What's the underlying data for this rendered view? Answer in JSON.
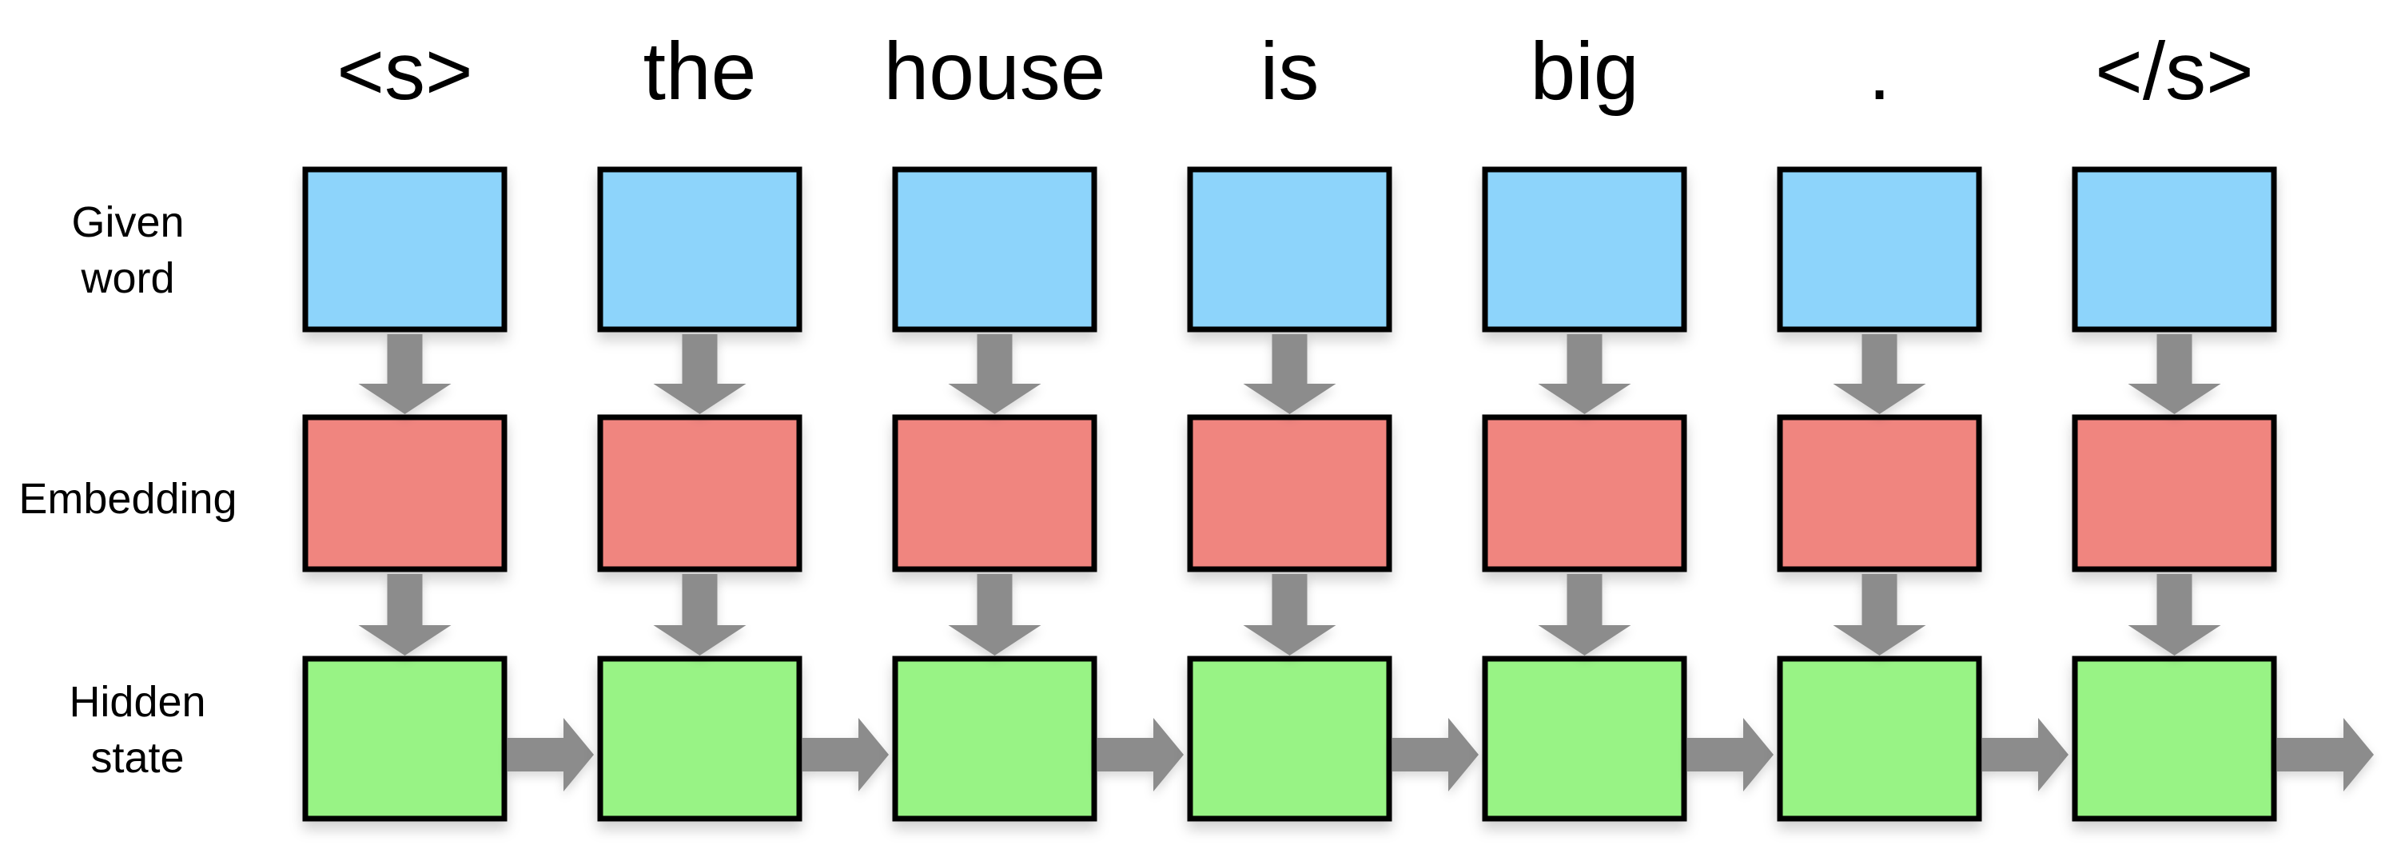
{
  "diagram": {
    "tokens": [
      "<s>",
      "the",
      "house",
      "is",
      "big",
      ".",
      "</s>"
    ],
    "row_labels": {
      "given_word": [
        "Given",
        "word"
      ],
      "embedding": [
        "Embedding"
      ],
      "hidden_state": [
        "Hidden",
        "state"
      ]
    },
    "colors": {
      "given_word_fill": "#8dd4fb",
      "embedding_fill": "#f0857f",
      "hidden_state_fill": "#98f385",
      "box_stroke": "#000000",
      "arrow_fill": "#8c8c8c",
      "text": "#000000"
    }
  }
}
